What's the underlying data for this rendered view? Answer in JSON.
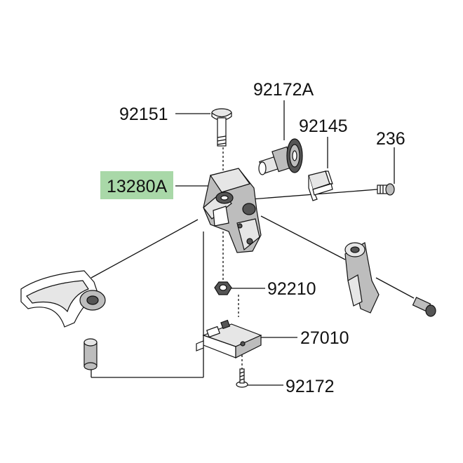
{
  "callouts": {
    "p92172A": "92172A",
    "p92151": "92151",
    "p92145": "92145",
    "p236": "236",
    "p13280A": "13280A",
    "p92210": "92210",
    "p27010": "27010",
    "p92172": "92172"
  },
  "colors": {
    "highlight": "#a9d8a8",
    "ink": "#111111"
  }
}
